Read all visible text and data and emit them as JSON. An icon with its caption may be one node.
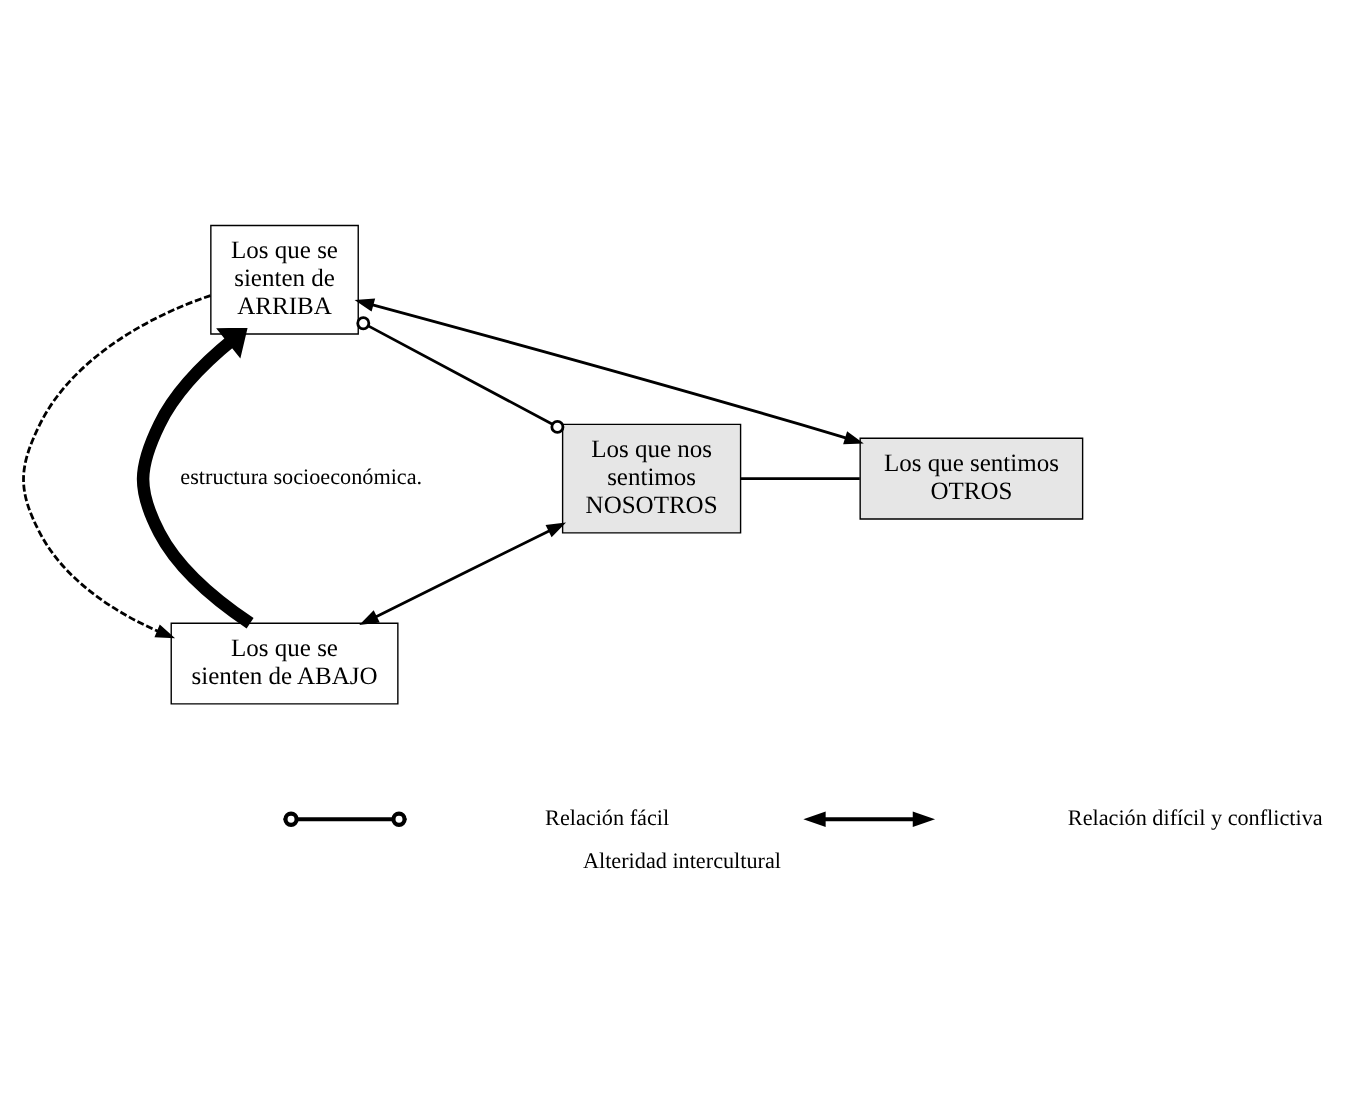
{
  "diagram": {
    "caption": "Alteridad intercultural",
    "nodes": [
      {
        "text": [
          "Los que se sienten de ARRIBA"
        ]
      },
      {
        "text": [
          "Los que nos sentimos NOSOTROS"
        ]
      },
      {
        "text": [
          "Los que sentimos OTROS"
        ]
      },
      {
        "text": [
          "Los que se sienten de ABAJO"
        ]
      }
    ],
    "edges": [
      {
        "from": 1,
        "to": 0,
        "arrow": "other"
      },
      {
        "from": 0,
        "to": 2,
        "arrow": "both"
      },
      {
        "from": 1,
        "to": 2,
        "arrow": "none"
      },
      {
        "from": 1,
        "to": 3,
        "arrow": "both"
      },
      {
        "from": 3,
        "to": 0,
        "arrow": "to",
        "style": "thick"
      },
      {
        "from": 0,
        "to": 3,
        "arrow": "to",
        "style": "dashed"
      }
    ],
    "labels": [
      "estructura socioeconómica."
    ],
    "legend": [
      {
        "text": "Relación fácil"
      },
      {
        "text": "Relación difícil y conflictiva"
      }
    ]
  }
}
